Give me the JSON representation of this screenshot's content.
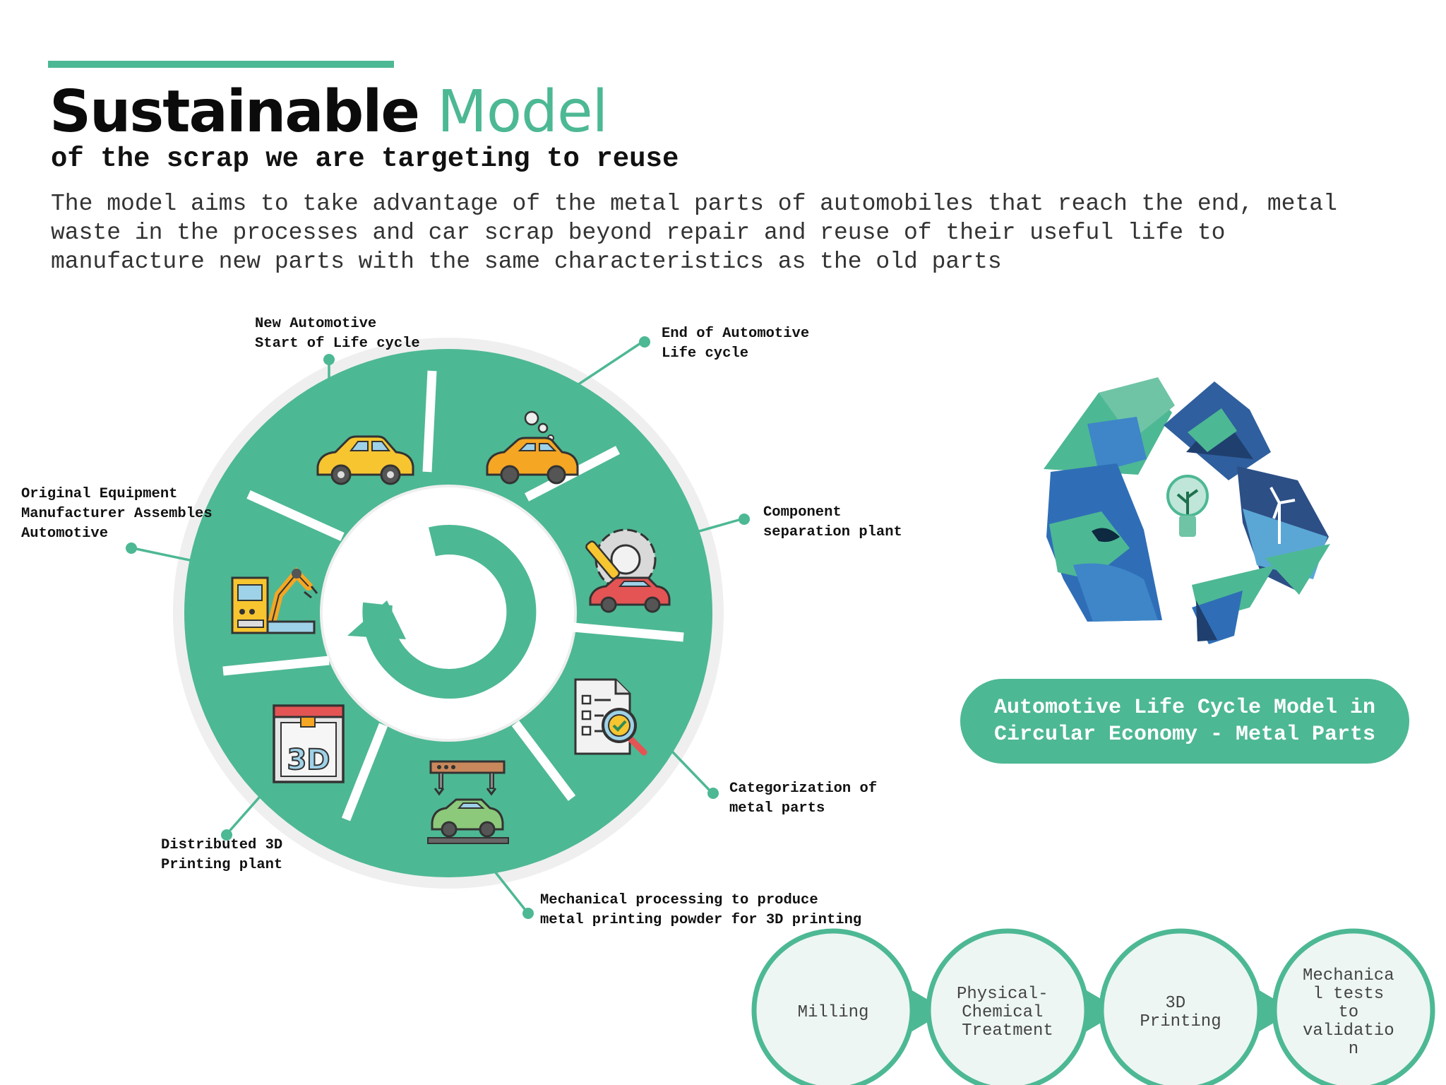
{
  "title": {
    "bold": "Sustainable",
    "accent": "Model"
  },
  "subtitle": "of the scrap we are targeting to reuse",
  "description": [
    "The model aims to take advantage of the metal parts of automobiles that reach the end, metal",
    "waste in the processes and car scrap beyond repair and reuse of their useful life to",
    "manufacture new parts with the same characteristics as the old parts"
  ],
  "cycle_labels": {
    "new_automotive": [
      "New Automotive",
      "Start of Life cycle"
    ],
    "end_of_life": [
      "End of Automotive",
      "Life cycle"
    ],
    "component_separation": [
      "Component",
      "separation plant"
    ],
    "categorization": [
      "Categorization of",
      "metal parts"
    ],
    "mechanical_processing": [
      "Mechanical processing to produce",
      "metal printing powder for 3D printing"
    ],
    "printing_plant": [
      "Distributed 3D",
      "Printing plant"
    ],
    "oem_assembly": [
      "Original Equipment",
      "Manufacturer Assembles",
      "Automotive"
    ]
  },
  "printer_badge": "3D",
  "pill": [
    "Automotive Life Cycle Model in",
    "Circular Economy - Metal Parts"
  ],
  "process_steps": [
    [
      "Milling"
    ],
    [
      "Physical-",
      "Chemical",
      "Treatment"
    ],
    [
      "3D",
      "Printing"
    ],
    [
      "Mechanica",
      "l tests",
      "to",
      "validatio",
      "n"
    ]
  ],
  "colors": {
    "accent": "#4db894",
    "ring": "#efefef",
    "step_fill": "#edf6f3"
  },
  "icons": [
    "yellow-car-icon",
    "smoking-car-icon",
    "repair-gear-icon",
    "checklist-search-icon",
    "car-assembly-line-icon",
    "3d-printer-icon",
    "robot-arm-icon",
    "recycle-nature-icon",
    "cycle-arrow-icon"
  ]
}
